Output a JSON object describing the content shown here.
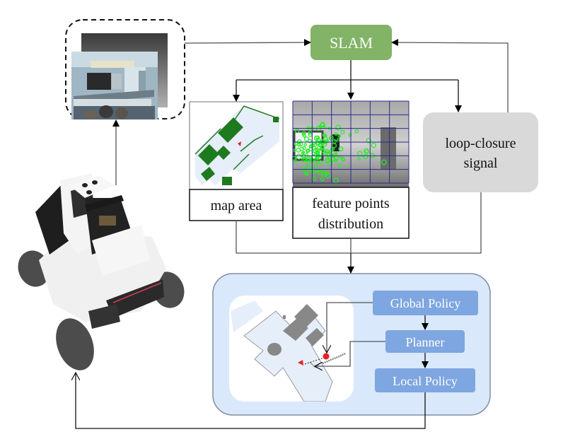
{
  "colors": {
    "slam": "#82b366",
    "loop_closure": "#d9d9d9",
    "navigation_panel": "#dae8fc",
    "navigation_panel_border": "#7f8fa0",
    "policy_box": "#7ea6e0",
    "map_obstacle": "#1e7a1e",
    "feature_point": "#22ee22",
    "feature_grid": "#2a2a8a",
    "goal_marker": "#e8202a"
  },
  "nodes": {
    "slam": {
      "label": "SLAM"
    },
    "loop_closure": {
      "label_line1": "loop-closure",
      "label_line2": "signal"
    },
    "map_area": {
      "label": "map area"
    },
    "feature_points": {
      "label_line1": "feature points",
      "label_line2": "distribution"
    },
    "global_policy": {
      "label": "Global Policy"
    },
    "planner": {
      "label": "Planner"
    },
    "local_policy": {
      "label": "Local Policy"
    }
  },
  "images": {
    "observation_frames": "RGB-D observation frames (indoor kitchen scene)",
    "robot": "wheeled mobile robot with depth camera",
    "occupancy_map": "SLAM occupancy map (green obstacles)",
    "feature_image": "grayscale frame with grid and green feature points",
    "navigation_map": "navigation map with goal marker and agent"
  }
}
